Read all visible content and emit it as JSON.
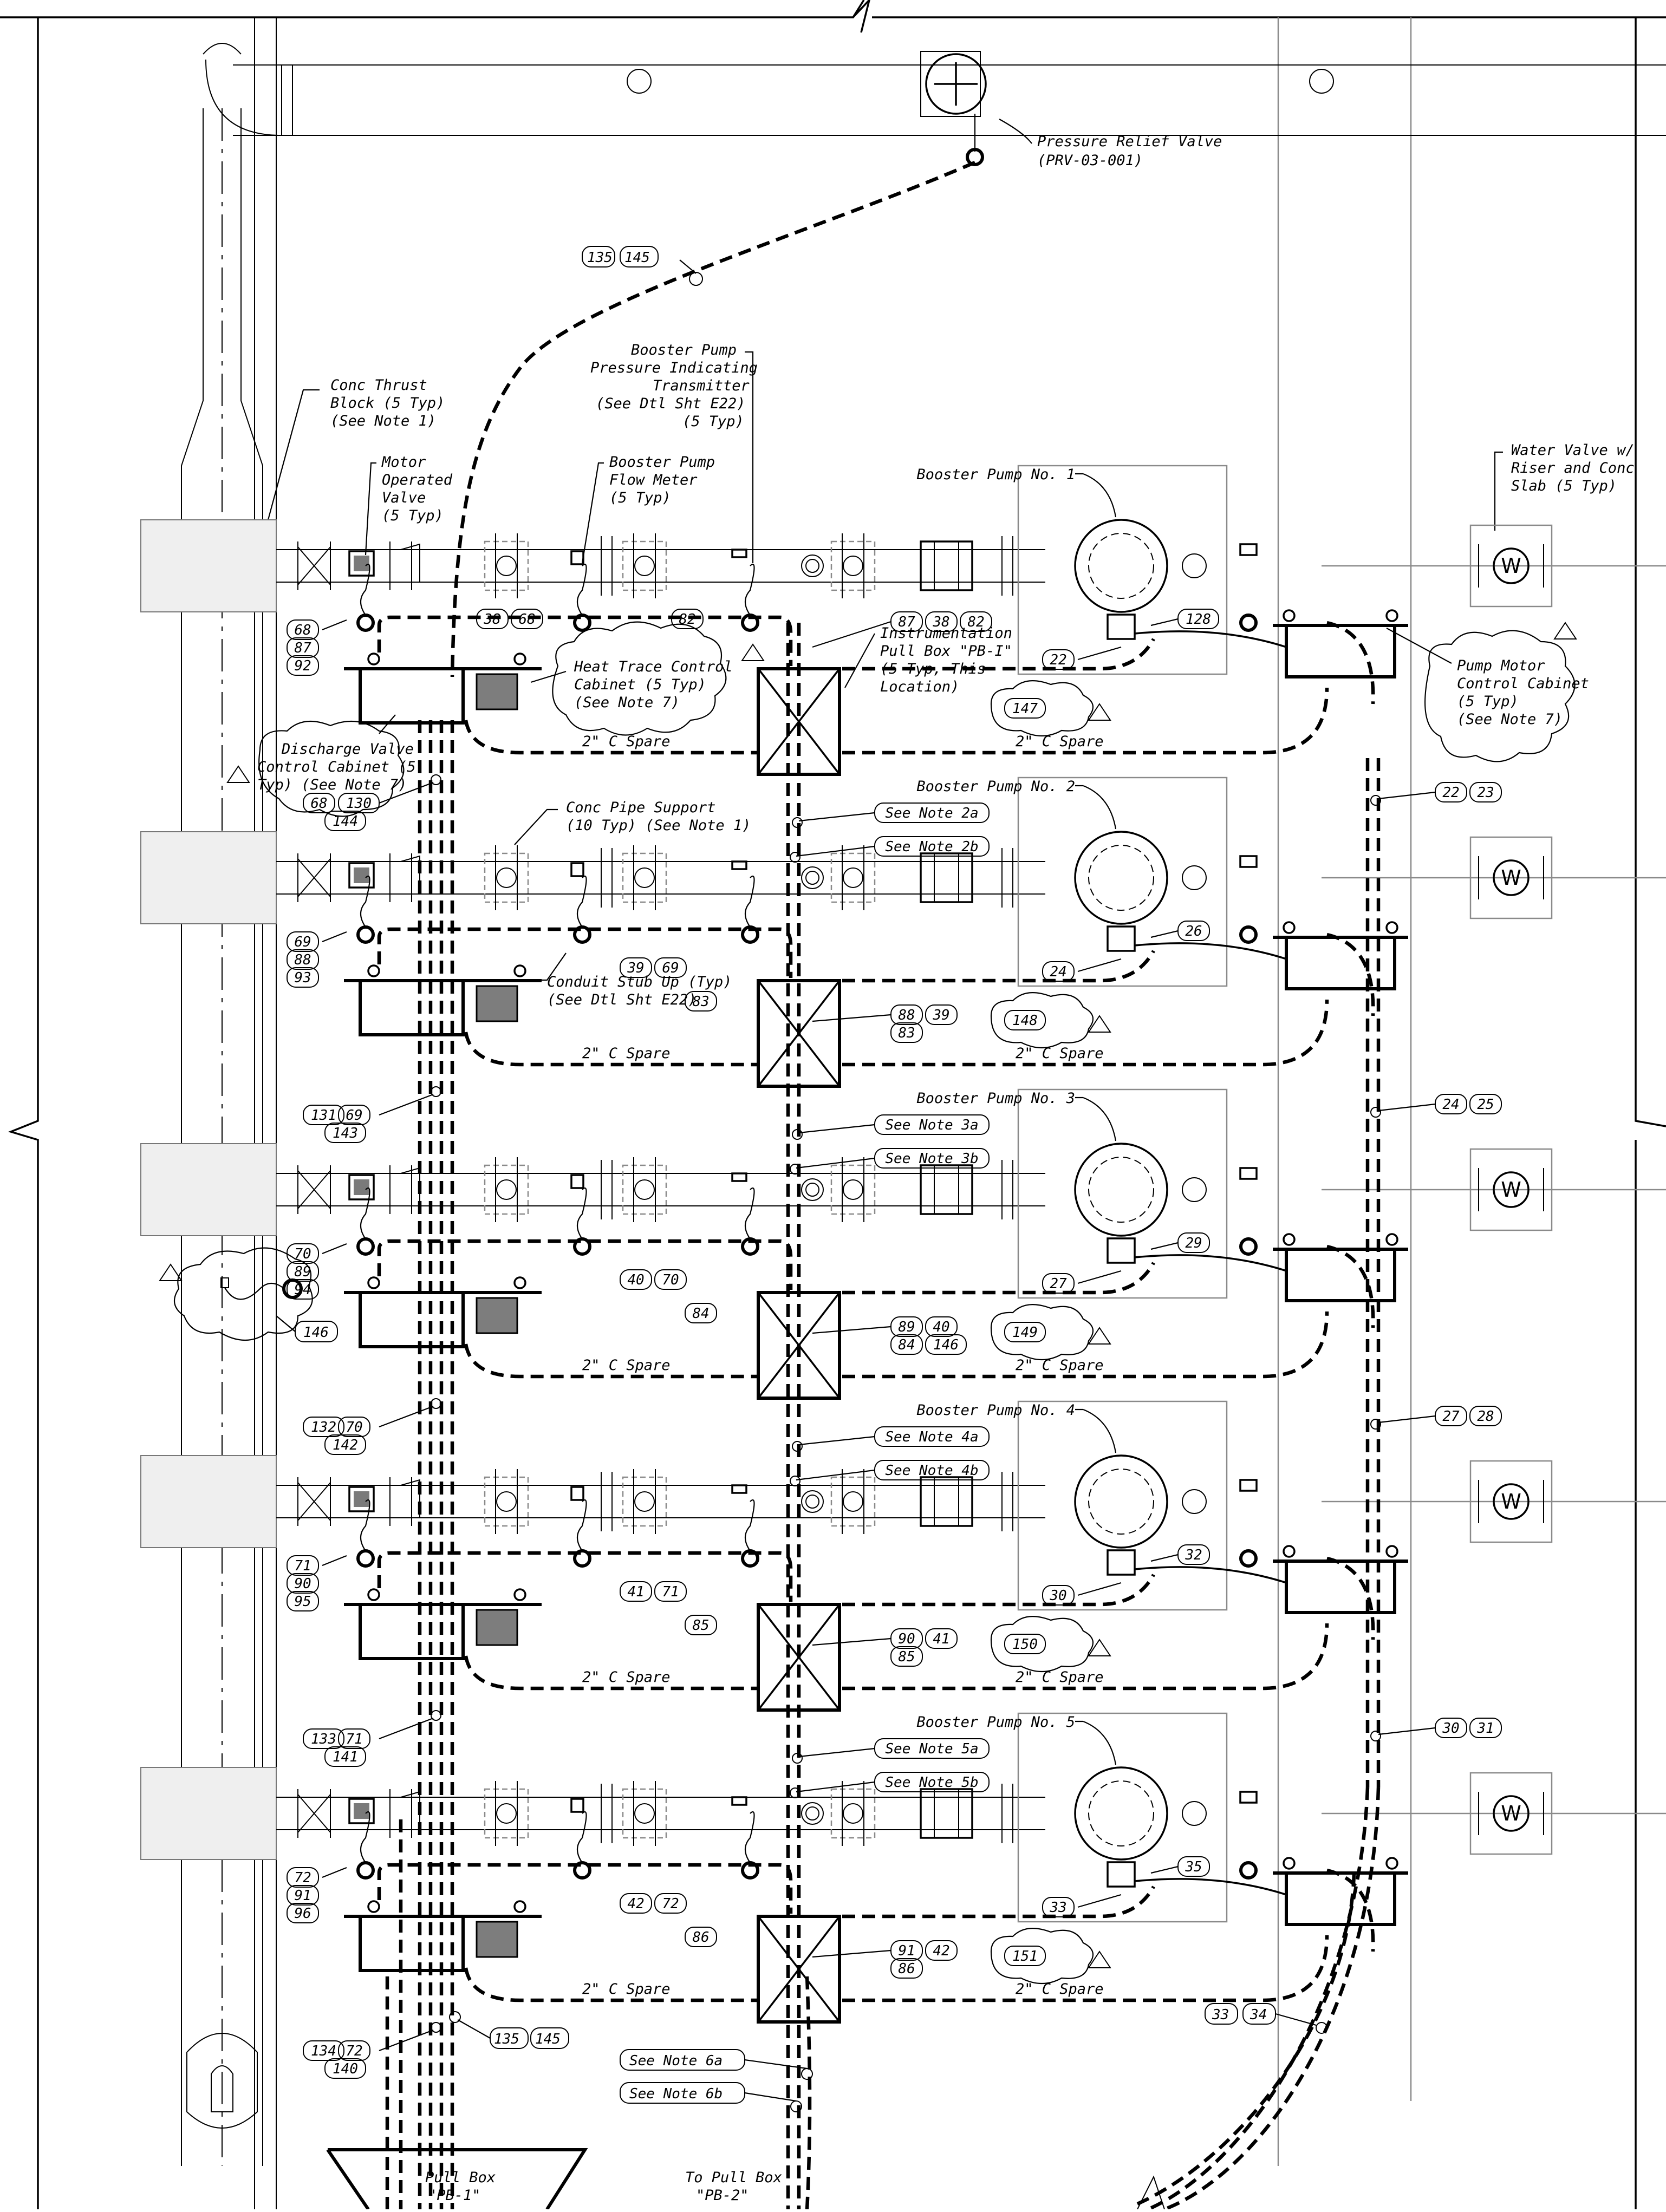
{
  "drawing": {
    "prv": {
      "line1": "Pressure Relief Valve",
      "line2": "(PRV-03-001)"
    },
    "tag_top": [
      "135",
      "145"
    ],
    "pt_label": [
      "Booster Pump",
      "Pressure Indicating",
      "Transmitter",
      "(See Dtl Sht E22)",
      "(5 Typ)"
    ],
    "thrust_label": [
      "Conc Thrust",
      "Block (5 Typ)",
      "(See Note 1)"
    ],
    "mov_label": [
      "Motor",
      "Operated",
      "Valve",
      "(5 Typ)"
    ],
    "fm_label": [
      "Booster Pump",
      "Flow Meter",
      "(5 Typ)"
    ],
    "water_valve_label": [
      "Water Valve w/",
      "Riser and Conc",
      "Slab (5 Typ)"
    ],
    "htc_label": [
      "Heat Trace Control",
      "Cabinet (5 Typ)",
      "(See Note 7)"
    ],
    "pb_label": [
      "Instrumentation",
      "Pull Box \"PB-I\"",
      "(5 Typ, This",
      "Location)"
    ],
    "pmc_label": [
      "Pump Motor",
      "Control Cabinet",
      "(5 Typ)",
      "(See Note 7)"
    ],
    "dvc_label": [
      "Discharge Valve",
      "Control Cabinet (5",
      "Typ) (See Note 7)"
    ],
    "support_label": [
      "Conc Pipe Support",
      "(10 Typ) (See Note 1)"
    ],
    "stub_label": [
      "Conduit Stub Up (Typ)",
      "(See Dtl Sht E22)"
    ],
    "spare_label": "2\" C Spare",
    "pull_box_1": [
      "Pull Box",
      "\"PB-1\""
    ],
    "pull_box_2": [
      "To Pull Box",
      "\"PB-2\""
    ],
    "note_6a": "See Note 6a",
    "note_6b": "See Note 6b",
    "tag_bottom_right": [
      "135",
      "145"
    ],
    "tag_33_34": [
      "33",
      "34"
    ],
    "pumps": [
      {
        "label": "Booster Pump No. 1",
        "mov_tags": [
          "68",
          "87",
          "92"
        ],
        "fm_tags": [
          "38",
          "68"
        ],
        "pt_tag": "82",
        "pb_tags": [
          "87",
          "38",
          "82"
        ],
        "motor_tag": "22",
        "pmc_tag": "128",
        "cloud_tag": "147",
        "dvc_tags": [
          "68",
          "130",
          "144"
        ],
        "riser_tags": [
          "22",
          "23"
        ],
        "note_a": "",
        "note_b": ""
      },
      {
        "label": "Booster Pump No. 2",
        "mov_tags": [
          "69",
          "88",
          "93"
        ],
        "fm_tags": [
          "39",
          "69"
        ],
        "pt_tag": "83",
        "pb_tags": [
          "88",
          "39",
          "83"
        ],
        "motor_tag": "24",
        "pmc_tag": "26",
        "cloud_tag": "148",
        "dvc_tags": [
          "131",
          "69",
          "143"
        ],
        "riser_tags": [
          "24",
          "25"
        ],
        "note_a": "See Note 2a",
        "note_b": "See Note 2b"
      },
      {
        "label": "Booster Pump No. 3",
        "mov_tags": [
          "70",
          "89",
          "94"
        ],
        "fm_tags": [
          "40",
          "70"
        ],
        "pt_tag": "84",
        "pb_tags": [
          "89",
          "40",
          "84",
          "146"
        ],
        "motor_tag": "27",
        "pmc_tag": "29",
        "cloud_tag": "149",
        "dvc_tags": [
          "132",
          "70",
          "142"
        ],
        "riser_tags": [
          "27",
          "28"
        ],
        "note_a": "See Note 3a",
        "note_b": "See Note 3b"
      },
      {
        "label": "Booster Pump No. 4",
        "mov_tags": [
          "71",
          "90",
          "95"
        ],
        "fm_tags": [
          "41",
          "71"
        ],
        "pt_tag": "85",
        "pb_tags": [
          "90",
          "41",
          "85"
        ],
        "motor_tag": "30",
        "pmc_tag": "32",
        "cloud_tag": "150",
        "dvc_tags": [
          "133",
          "71",
          "141"
        ],
        "riser_tags": [
          "30",
          "31"
        ],
        "note_a": "See Note 4a",
        "note_b": "See Note 4b"
      },
      {
        "label": "Booster Pump No. 5",
        "mov_tags": [
          "72",
          "91",
          "96"
        ],
        "fm_tags": [
          "42",
          "72"
        ],
        "pt_tag": "86",
        "pb_tags": [
          "91",
          "42",
          "86"
        ],
        "motor_tag": "33",
        "pmc_tag": "35",
        "cloud_tag": "151",
        "dvc_tags": [
          "134",
          "72",
          "140"
        ],
        "riser_tags": [],
        "note_a": "See Note 5a",
        "note_b": "See Note 5b"
      }
    ],
    "extra_tag": "146",
    "water_valve_glyph": "W"
  }
}
